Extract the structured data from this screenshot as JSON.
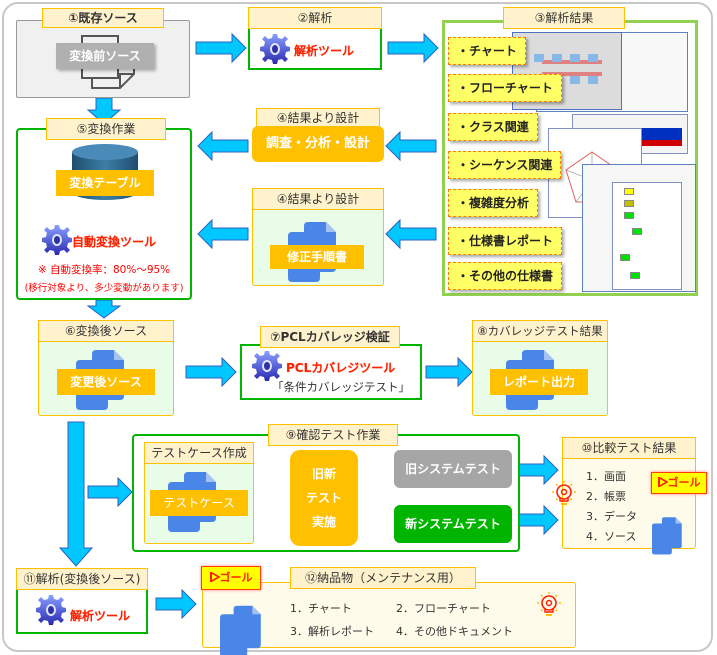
{
  "colors": {
    "arrow_blue": "#00c8ff",
    "arrow_orange": "#ffc000",
    "green_border": "#00b400",
    "label_bg": "#fff2cc",
    "label_border": "#ffc000",
    "tool_red": "#ff2000"
  },
  "step1": {
    "title": "①既存ソース",
    "card": "変換前ソース",
    "icon": "documents-icon"
  },
  "step2": {
    "title": "②解析",
    "tool": "解析ツール",
    "icon": "gear-icon"
  },
  "step3": {
    "title": "③解析結果",
    "tags": [
      "・チャート",
      "・フローチャート",
      "・クラス関連",
      "・シーケンス関連",
      "・複雑度分析",
      "・仕様書レポート",
      "・その他の仕様書"
    ]
  },
  "step4a": {
    "title": "④結果より設計",
    "action": "調査・分析・設計"
  },
  "step4b": {
    "title": "④結果より設計",
    "card": "修正手順書"
  },
  "step5": {
    "title": "⑤変換作業",
    "table": "変換テーブル",
    "tool": "自動変換ツール",
    "note1": "※ 自動変換率：80%～95%",
    "note2": "(移行対象より、多少変動があります)"
  },
  "step6": {
    "title": "⑥変換後ソース",
    "card": "変更後ソース"
  },
  "step7": {
    "title": "⑦PCLカバレッジ検証",
    "tool": "PCLカバレジツール",
    "sub": "「条件カバレッジテスト」"
  },
  "step8": {
    "title": "⑧カバレッジテスト結果",
    "card": "レポート出力"
  },
  "step9": {
    "title": "⑨確認テスト作業",
    "sub_title": "テストケース作成",
    "card": "テストケース",
    "exec_lines": [
      "旧新",
      "テスト",
      "実施"
    ],
    "old_test": "旧システムテスト",
    "new_test": "新システムテスト"
  },
  "step10": {
    "title": "⑩比較テスト結果",
    "items": [
      "1．画面",
      "2．帳票",
      "3．データ",
      "4．ソース"
    ],
    "goal": "ゴール"
  },
  "step11": {
    "title": "⑪解析(変換後ソース)",
    "tool": "解析ツール"
  },
  "step12": {
    "title": "⑫納品物（メンテナンス用）",
    "goal": "ゴール",
    "items": [
      "1．チャート",
      "2．フローチャート",
      "3．解析レポート",
      "4．その他ドキュメント"
    ]
  }
}
